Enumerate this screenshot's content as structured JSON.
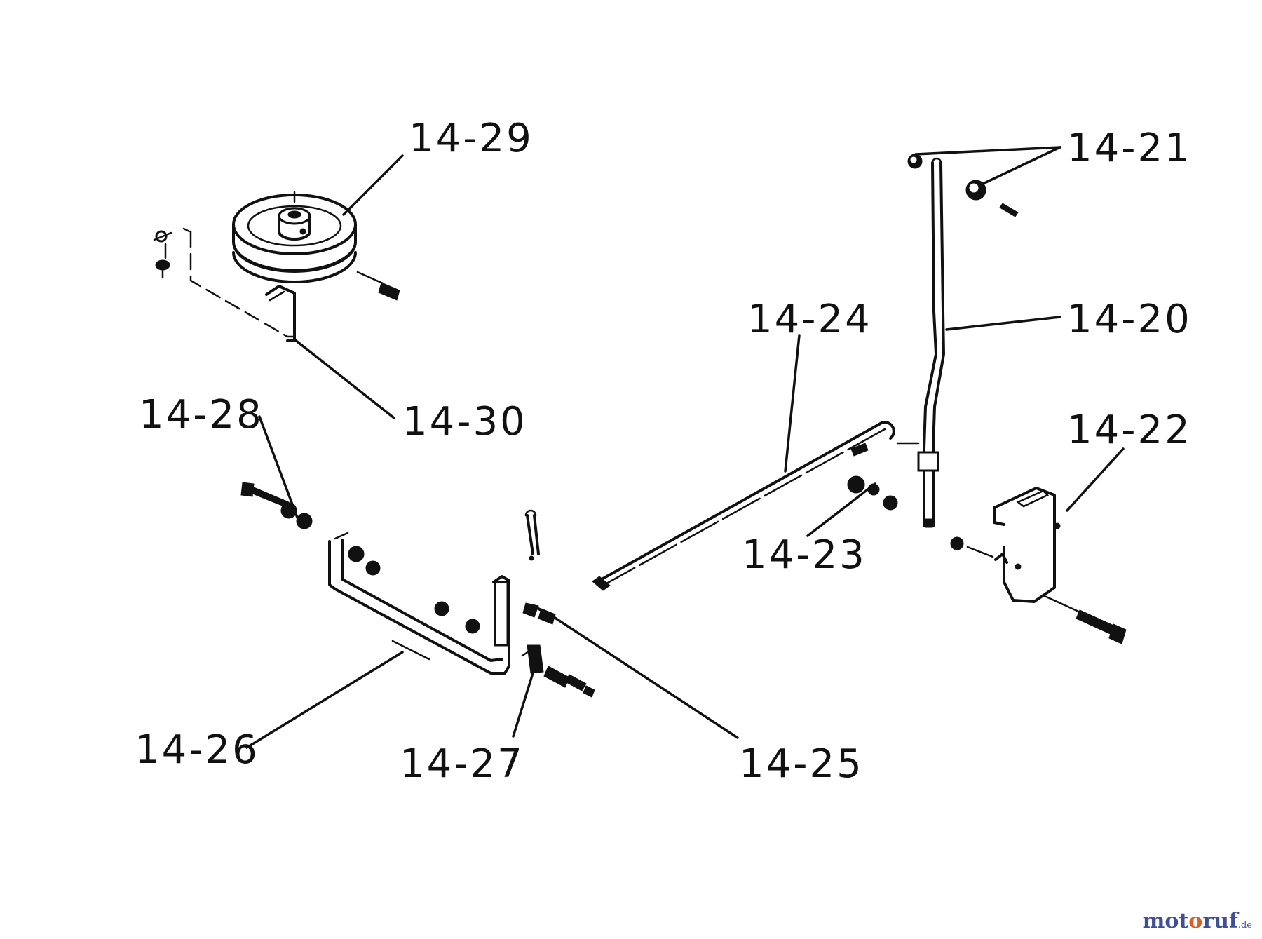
{
  "parts": [
    {
      "id": "14-20"
    },
    {
      "id": "14-21"
    },
    {
      "id": "14-22"
    },
    {
      "id": "14-23"
    },
    {
      "id": "14-24"
    },
    {
      "id": "14-25"
    },
    {
      "id": "14-26"
    },
    {
      "id": "14-27"
    },
    {
      "id": "14-28"
    },
    {
      "id": "14-29"
    },
    {
      "id": "14-30"
    }
  ],
  "watermark": {
    "part1": "mot",
    "part2": "o",
    "part3": "ruf",
    "tld": ".de"
  }
}
